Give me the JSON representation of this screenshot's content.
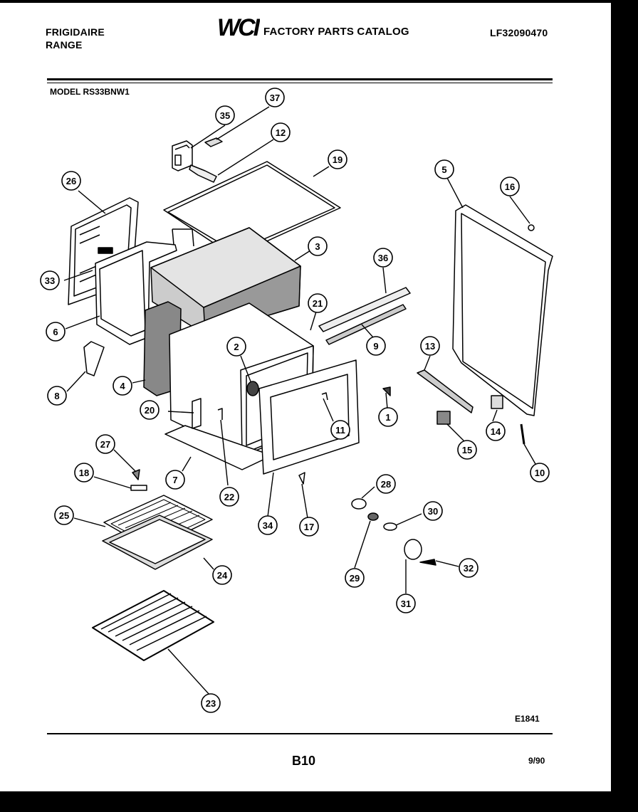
{
  "header": {
    "brand_line1": "FRIGIDAIRE",
    "brand_line2": "RANGE",
    "catalog_title": "FACTORY PARTS CATALOG",
    "catalog_number": "LF32090470",
    "logo_text": "WCI"
  },
  "model_label": "MODEL RS33BNW1",
  "diagram_code": "E1841",
  "page_number": "B10",
  "date": "9/90",
  "callouts": [
    "1",
    "2",
    "3",
    "4",
    "5",
    "6",
    "7",
    "8",
    "9",
    "10",
    "11",
    "12",
    "13",
    "14",
    "15",
    "16",
    "17",
    "18",
    "19",
    "20",
    "21",
    "22",
    "23",
    "24",
    "25",
    "26",
    "27",
    "28",
    "29",
    "30",
    "31",
    "32",
    "33",
    "34",
    "35",
    "36",
    "37"
  ]
}
